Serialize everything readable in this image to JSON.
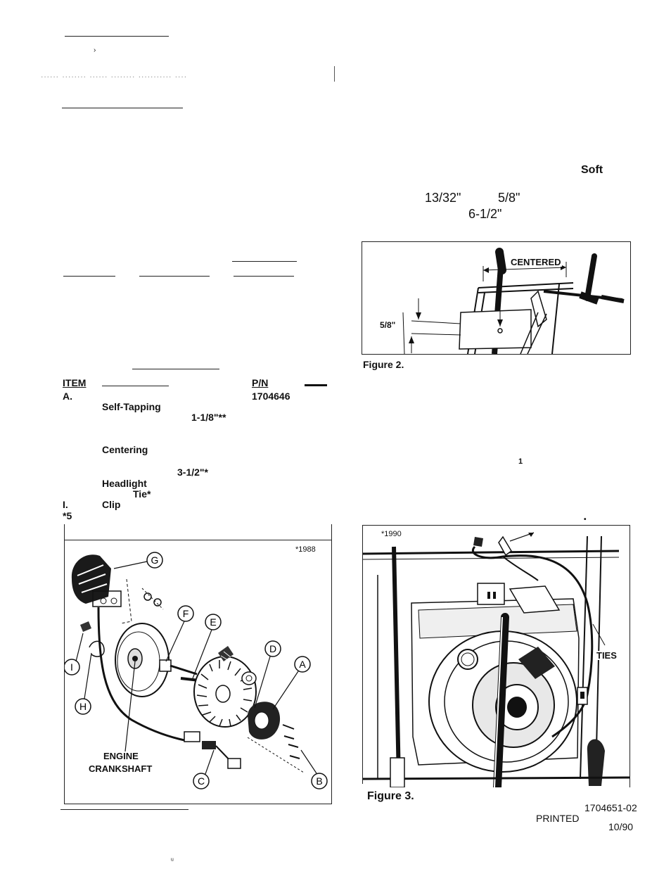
{
  "header": {
    "faint_line": "...... ........ ...... ........ ...........  ...."
  },
  "right_column": {
    "word_soft": "Soft",
    "meas_13_32": "13/32\"",
    "meas_5_8": "5/8\"",
    "meas_6_1_2": "6-1/2\"",
    "stray_digit": "1",
    "stray_dot": "•"
  },
  "parts_table": {
    "header_item": "ITEM",
    "header_pn": "P/N",
    "row_a_item": "A.",
    "row_a_pn": "1704646",
    "self_tapping": "Self-Tapping",
    "dim_1_1_8": "1-1/8\"**",
    "centering": "Centering",
    "dim_3_1_2": "3-1/2\"*",
    "headlight": "Headlight",
    "tie": "Tie*",
    "row_i_item": "I.",
    "clip": "Clip",
    "footnote": "*5"
  },
  "figure1": {
    "code": "*1988",
    "callouts": [
      "A",
      "B",
      "C",
      "D",
      "E",
      "F",
      "G",
      "H",
      "I"
    ],
    "engine_label": "ENGINE",
    "crankshaft_label": "CRANKSHAFT"
  },
  "figure2": {
    "caption": "Figure 2.",
    "centered_label": "CENTERED",
    "dim_label": "5/8\""
  },
  "figure3": {
    "caption": "Figure 3.",
    "code": "*1990",
    "ties_label": "TIES"
  },
  "footer": {
    "part_number": "1704651-02",
    "printed": "PRINTED",
    "date": "10/90"
  },
  "colors": {
    "ink": "#111111",
    "paper": "#ffffff"
  }
}
